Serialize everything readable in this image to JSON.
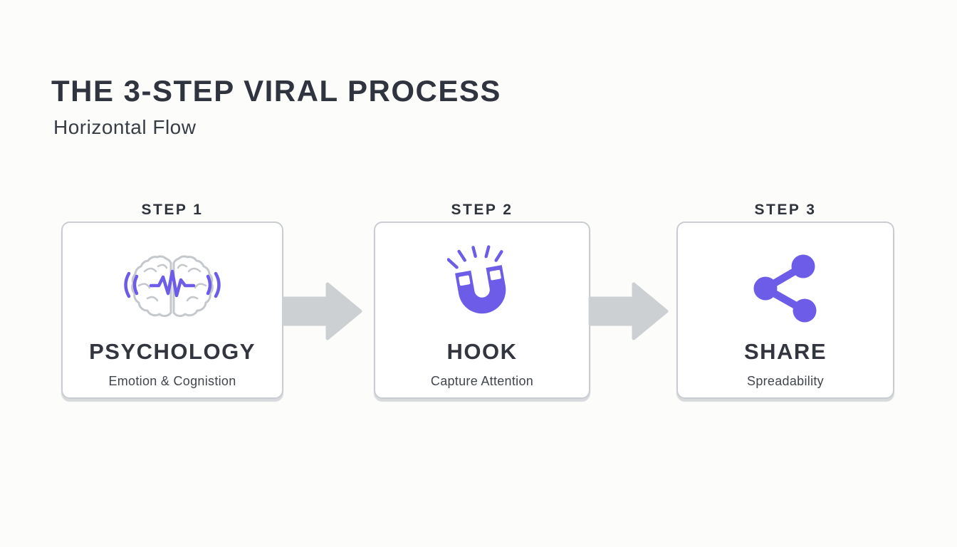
{
  "page": {
    "title": "THE 3-STEP VIRAL PROCESS",
    "subtitle": "Horizontal Flow"
  },
  "colors": {
    "accent_purple": "#6C5CE7",
    "brain_outline_gray": "#C4C7CB",
    "arrow_gray": "#CDD0D3",
    "card_border_gray": "#C9CDD1",
    "heading_dark": "#30343E",
    "body_text_dark": "#41454C"
  },
  "steps": [
    {
      "label": "STEP 1",
      "icon": "brain-waves-icon",
      "title": "PSYCHOLOGY",
      "subtitle": "Emotion & Cognistion"
    },
    {
      "label": "STEP 2",
      "icon": "magnet-icon",
      "title": "HOOK",
      "subtitle": "Capture Attention"
    },
    {
      "label": "STEP 3",
      "icon": "share-icon",
      "title": "SHARE",
      "subtitle": "Spreadability"
    }
  ],
  "connectors": [
    {
      "type": "arrow-right"
    },
    {
      "type": "arrow-right"
    }
  ]
}
